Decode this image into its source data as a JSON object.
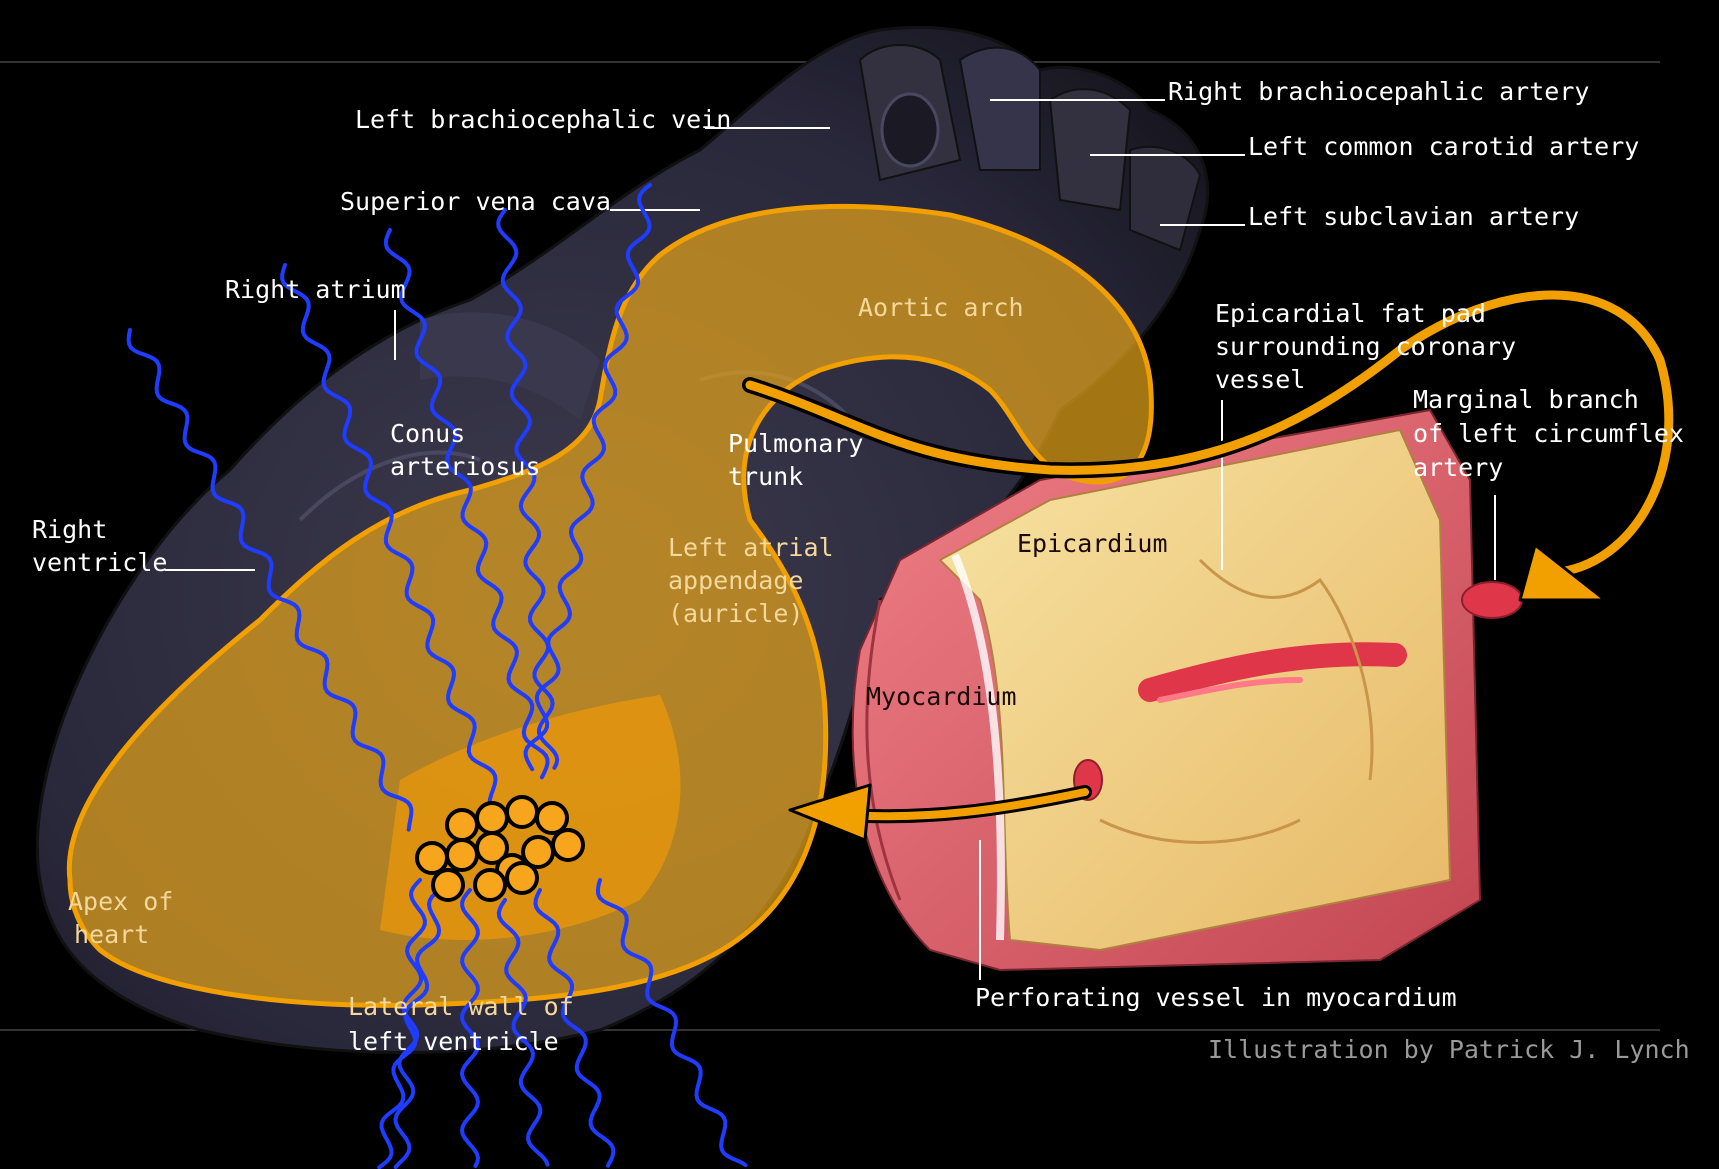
{
  "labels": {
    "left_brachiocephalic_vein": "Left brachiocephalic vein",
    "right_brachiocephalic_artery": "Right brachiocepahlic artery",
    "left_common_carotid_artery": "Left common carotid artery",
    "superior_vena_cava": "Superior vena cava",
    "left_subclavian_artery": "Left subclavian artery",
    "right_atrium": "Right atrium",
    "aortic_arch": "Aortic arch",
    "epicardial_fat_pad": [
      "Epicardial fat pad",
      "surrounding coronary",
      "vessel"
    ],
    "marginal_branch": [
      "Marginal branch",
      "of left circumflex",
      "artery"
    ],
    "conus_arteriosus": [
      "Conus",
      "arteriosus"
    ],
    "pulmonary_trunk": [
      "Pulmonary",
      "trunk"
    ],
    "right_ventricle": [
      "Right",
      "ventricle"
    ],
    "left_atrial_appendage": [
      "Left atrial",
      "appendage",
      "(auricle)"
    ],
    "epicardium": "Epicardium",
    "myocardium": "Myocardium",
    "apex_of_heart": [
      "Apex of",
      "heart"
    ],
    "lateral_wall": [
      "Lateral wall of",
      "left ventricle"
    ],
    "perforating_vessel": "Perforating vessel in myocardium"
  },
  "credit": "Illustration by Patrick J. Lynch",
  "colors": {
    "background": "#000000",
    "heart_body": "#2c2a3a",
    "overlay_orange": "#e3a21a",
    "overlay_stroke": "#f2a000",
    "wave_blue": "#1f3cff",
    "particle": "#f7a51c",
    "tissue_pink": "#e9737d",
    "fat_yellow": "#f3d58a",
    "vessel_red": "#e0364a"
  }
}
